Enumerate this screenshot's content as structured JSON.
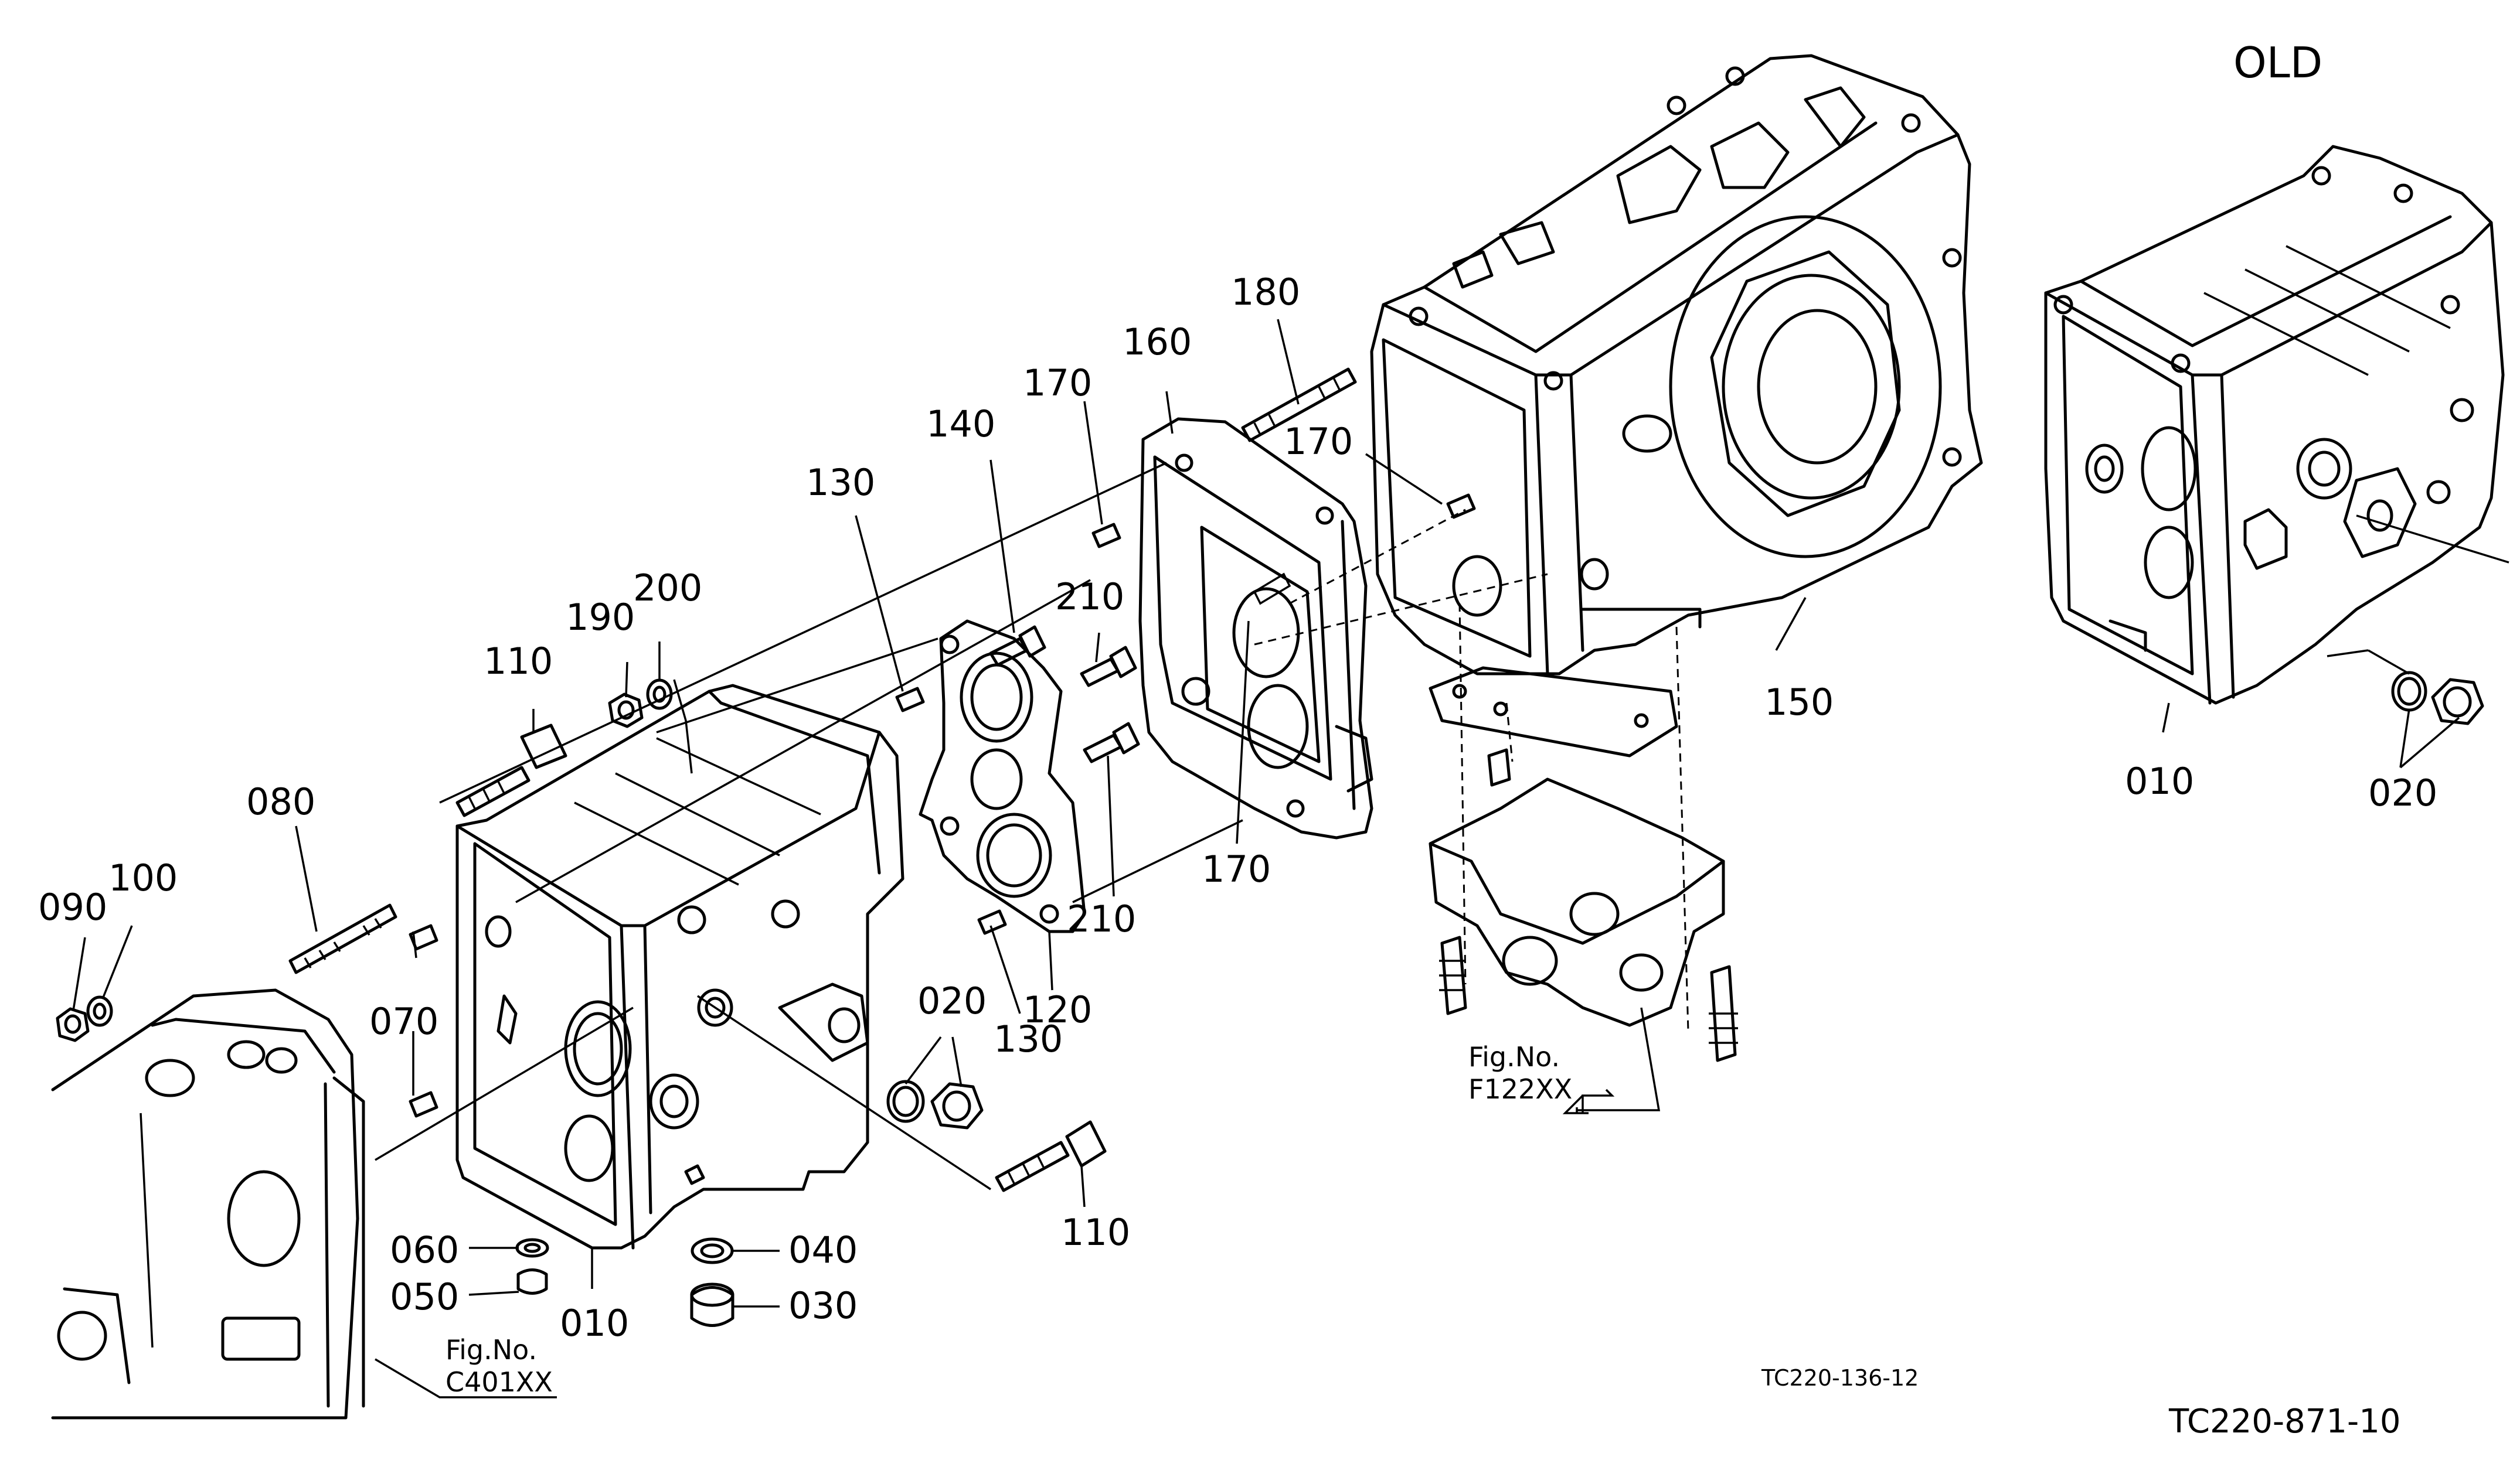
{
  "title": "OLD",
  "drawing_code_small": "TC220-136-12",
  "drawing_code": "TC220-871-10",
  "fig_refs": [
    {
      "prefix": "Fig.No.",
      "code": "C401XX"
    },
    {
      "prefix": "Fig.No.",
      "code": "F122XX"
    }
  ],
  "callouts": [
    "180",
    "160",
    "170",
    "140",
    "170",
    "130",
    "210",
    "190",
    "200",
    "110",
    "150",
    "080",
    "210",
    "170",
    "090",
    "100",
    "020",
    "070",
    "130",
    "120",
    "060",
    "040",
    "110",
    "050",
    "030",
    "010",
    "010",
    "020"
  ],
  "colors": {
    "line": "#000000",
    "background": "#ffffff"
  }
}
